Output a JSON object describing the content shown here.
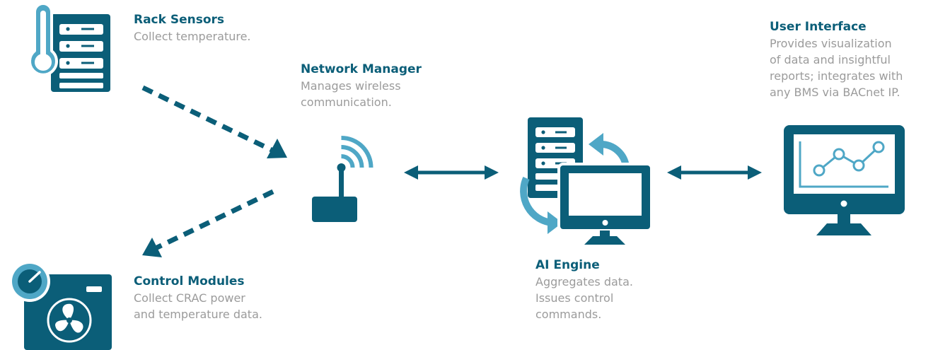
{
  "colors": {
    "primary": "#0b5e78",
    "accent": "#4fa7c6",
    "text_muted": "#9b9b9b"
  },
  "nodes": {
    "rack_sensors": {
      "title": "Rack Sensors",
      "desc": [
        "Collect temperature."
      ],
      "icon": "server-rack-thermometer-icon"
    },
    "control_modules": {
      "title": "Control Modules",
      "desc": [
        "Collect CRAC power",
        "and temperature data."
      ],
      "icon": "crac-unit-fan-gauge-icon"
    },
    "network_manager": {
      "title": "Network Manager",
      "desc": [
        "Manages wireless",
        "communication."
      ],
      "icon": "wireless-antenna-icon"
    },
    "ai_engine": {
      "title": "AI Engine",
      "desc": [
        "Aggregates data.",
        "Issues control",
        "commands."
      ],
      "icon": "server-monitor-sync-icon"
    },
    "user_interface": {
      "title": "User Interface",
      "desc": [
        "Provides visualization",
        "of data and insightful",
        "reports; integrates with",
        "any BMS via BACnet IP."
      ],
      "icon": "monitor-line-chart-icon"
    }
  },
  "connections": [
    {
      "from": "rack_sensors",
      "to": "network_manager",
      "style": "dashed",
      "direction": "to"
    },
    {
      "from": "network_manager",
      "to": "control_modules",
      "style": "dashed",
      "direction": "to"
    },
    {
      "from": "network_manager",
      "to": "ai_engine",
      "style": "solid",
      "direction": "both"
    },
    {
      "from": "ai_engine",
      "to": "user_interface",
      "style": "solid",
      "direction": "both"
    }
  ]
}
